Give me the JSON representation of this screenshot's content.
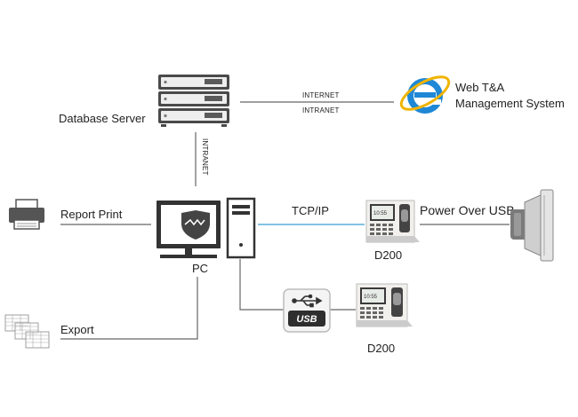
{
  "labels": {
    "database_server": "Database Server",
    "internet": "INTERNET",
    "intranet_h": "INTRANET",
    "intranet_v": "INTRANET",
    "web_line1": "Web T&A",
    "web_line2": "Management System",
    "report_print": "Report Print",
    "export": "Export",
    "pc": "PC",
    "tcpip": "TCP/IP",
    "power_over_usb": "Power Over USB",
    "d200_top": "D200",
    "d200_bottom": "D200",
    "usb": "USB",
    "terminal_time": "10:55"
  },
  "colors": {
    "line": "#666666",
    "tcp_line": "#5aaedc",
    "ie_blue": "#1e88d6",
    "ie_ring": "#f0b400",
    "device_dark": "#3a3a3a"
  },
  "icons": [
    "server-icon",
    "internet-explorer-icon",
    "printer-icon",
    "spreadsheet-icon",
    "monitor-icon",
    "pc-tower-icon",
    "attendance-terminal-icon",
    "usb-drive-icon",
    "power-adapter-icon"
  ]
}
